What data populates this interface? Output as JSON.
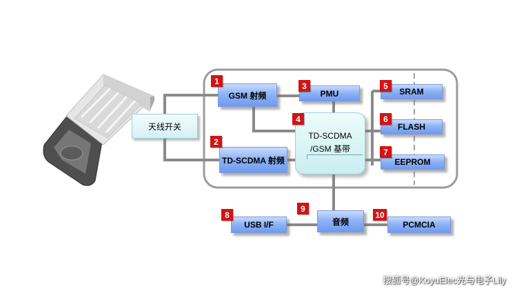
{
  "diagram": {
    "antenna_switch": "天线开关",
    "blocks": [
      {
        "badge": "1",
        "label": "GSM 射频"
      },
      {
        "badge": "2",
        "label": "TD-SCDMA  射频"
      },
      {
        "badge": "3",
        "label": "PMU"
      },
      {
        "badge": "4",
        "label_line1": "TD-SCDMA",
        "label_line2": "/GSM 基带"
      },
      {
        "badge": "5",
        "label": "SRAM"
      },
      {
        "badge": "6",
        "label": "FLASH"
      },
      {
        "badge": "7",
        "label": "EEPROM"
      },
      {
        "badge": "8",
        "label": "USB I/F"
      },
      {
        "badge": "9",
        "label": "音频"
      },
      {
        "badge": "10",
        "label": "PCMCIA"
      }
    ]
  },
  "watermark": "搜狐号@KoyuElec光与电子Lily",
  "colors": {
    "block_fill": "#8fb3f5",
    "badge": "#d01414",
    "connector": "#8a8a8a",
    "boundary": "#9b9b9b",
    "baseband_fill": "#d9f3f5"
  }
}
